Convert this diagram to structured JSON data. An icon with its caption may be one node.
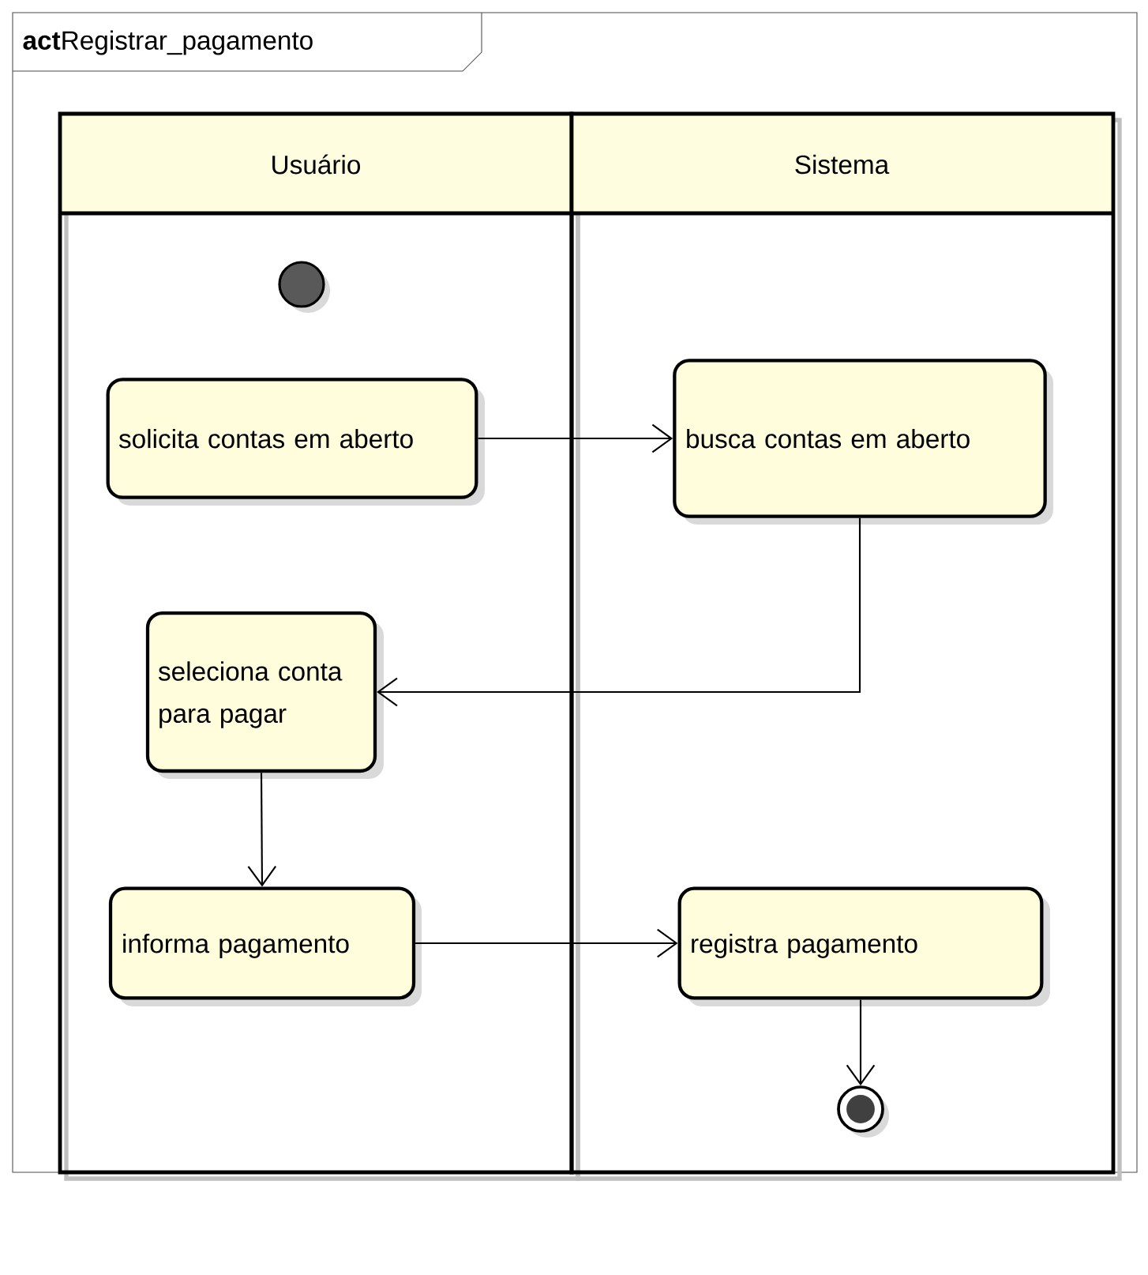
{
  "diagram": {
    "title": "**act**Registrar_pagamento",
    "nodes": [
      {
        "text": [
          "Usuário"
        ]
      },
      {
        "text": [
          "Sistema"
        ]
      },
      {
        "text": [],
        "shape": "circle",
        "in": 0
      },
      {
        "text": [
          "solicita contas em aberto"
        ],
        "in": 0
      },
      {
        "text": [
          "busca contas em aberto"
        ],
        "in": 1
      },
      {
        "text": [
          "seleciona conta para pagar"
        ],
        "in": 0
      },
      {
        "text": [
          "informa pagamento"
        ],
        "in": 0
      },
      {
        "text": [
          "registra pagamento"
        ],
        "in": 1
      },
      {
        "text": [],
        "shape": "circle",
        "in": 1
      }
    ],
    "edges": [
      {
        "from": 3,
        "to": 4,
        "arrow": "to"
      },
      {
        "from": 4,
        "to": 5,
        "arrow": "to"
      },
      {
        "from": 5,
        "to": 6,
        "arrow": "to"
      },
      {
        "from": 6,
        "to": 7,
        "arrow": "to"
      },
      {
        "from": 7,
        "to": 8,
        "arrow": "to"
      }
    ]
  }
}
